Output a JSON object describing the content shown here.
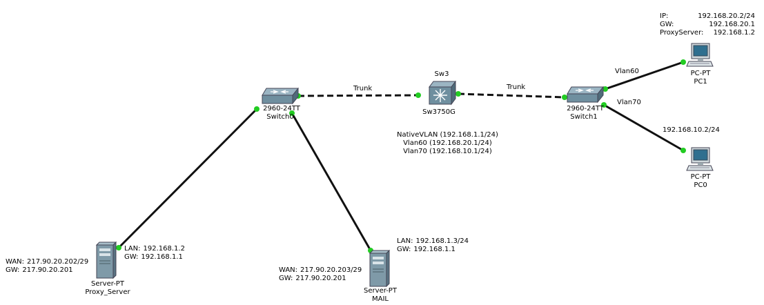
{
  "devices": {
    "switch0": {
      "model": "2960-24TT",
      "name": "Switch0"
    },
    "sw3": {
      "top_label": "Sw3",
      "name": "Sw3750G"
    },
    "switch1": {
      "model": "2960-24TT",
      "name": "Switch1"
    },
    "pc1": {
      "model": "PC-PT",
      "name": "PC1"
    },
    "pc0": {
      "model": "PC-PT",
      "name": "PC0"
    },
    "proxy": {
      "model": "Server-PT",
      "name": "Proxy_Server"
    },
    "mail": {
      "model": "Server-PT",
      "name": "MAIL"
    }
  },
  "links": {
    "trunk_left": "Trunk",
    "trunk_right": "Trunk",
    "vlan60": "Vlan60",
    "vlan70": "Vlan70"
  },
  "notes": {
    "pc1": [
      {
        "k": "IP:",
        "v": "192.168.20.2/24"
      },
      {
        "k": "GW:",
        "v": "192.168.20.1"
      },
      {
        "k": "ProxyServer:",
        "v": "192.168.1.2"
      }
    ],
    "pc0": "192.168.10.2/24",
    "sw3": [
      "NativeVLAN (192.168.1.1/24)",
      "Vlan60 (192.168.20.1/24)",
      "Vlan70 (192.168.10.1/24)"
    ],
    "proxy_lan": [
      {
        "k": "LAN:",
        "v": "192.168.1.2"
      },
      {
        "k": "GW:",
        "v": "192.168.1.1"
      }
    ],
    "proxy_wan": [
      {
        "k": "WAN:",
        "v": "217.90.20.202/29"
      },
      {
        "k": "GW:",
        "v": "217.90.20.201"
      }
    ],
    "mail_lan": [
      {
        "k": "LAN:",
        "v": "192.168.1.3/24"
      },
      {
        "k": "GW:",
        "v": "192.168.1.1"
      }
    ],
    "mail_wan": [
      {
        "k": "WAN:",
        "v": "217.90.20.203/29"
      },
      {
        "k": "GW:",
        "v": "217.90.20.201"
      }
    ]
  },
  "colors": {
    "link": "#111111",
    "port_up": "#22cc22",
    "switch_body": "#6f8f9f",
    "server_body": "#7f9aa8"
  }
}
